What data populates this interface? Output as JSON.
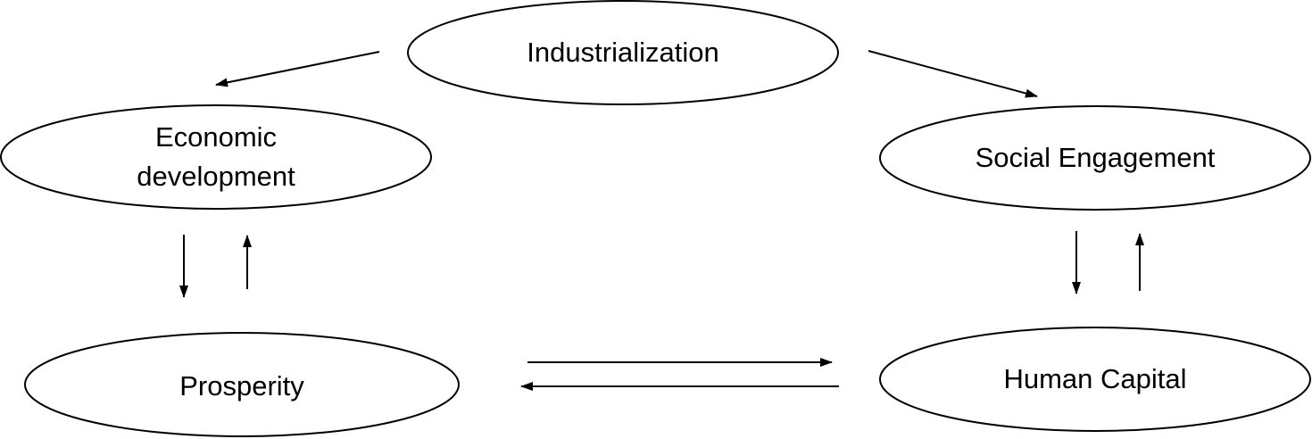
{
  "nodes": {
    "industrialization": {
      "label": "Industrialization"
    },
    "economic_development": {
      "label_lines": [
        "Economic",
        "development"
      ]
    },
    "social_engagement": {
      "label": "Social Engagement"
    },
    "prosperity": {
      "label": "Prosperity"
    },
    "human_capital": {
      "label": "Human Capital"
    }
  },
  "edges": [
    {
      "from": "Industrialization",
      "to": "Economic development"
    },
    {
      "from": "Industrialization",
      "to": "Social Engagement"
    },
    {
      "from": "Economic development",
      "to": "Prosperity"
    },
    {
      "from": "Prosperity",
      "to": "Economic development"
    },
    {
      "from": "Social Engagement",
      "to": "Human Capital"
    },
    {
      "from": "Human Capital",
      "to": "Social Engagement"
    },
    {
      "from": "Prosperity",
      "to": "Human Capital"
    },
    {
      "from": "Human Capital",
      "to": "Prosperity"
    }
  ],
  "colors": {
    "stroke": "#000000",
    "fill": "#ffffff",
    "text": "#000000"
  }
}
